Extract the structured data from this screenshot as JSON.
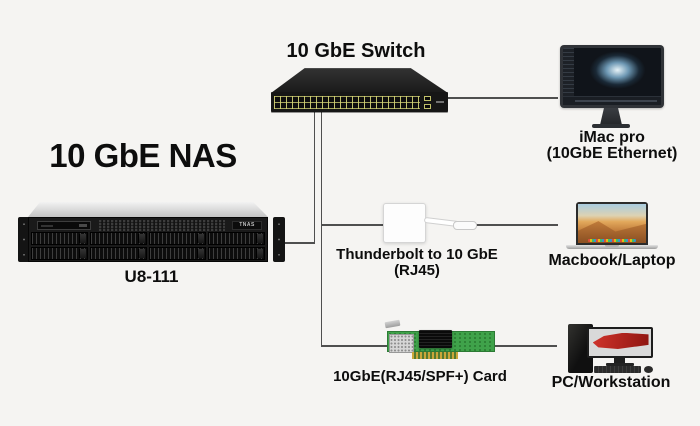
{
  "diagram": {
    "title": "10 GbE NAS",
    "switch_title": "10 GbE Switch"
  },
  "nodes": {
    "nas": {
      "model": "U8-111",
      "badge": "TNAS"
    },
    "switch": {
      "name": "10 GbE Switch"
    },
    "imac": {
      "label1": "iMac pro",
      "label2": "(10GbE Ethernet)"
    },
    "adapter": {
      "label1": "Thunderbolt to 10 GbE",
      "label2": "(RJ45)"
    },
    "macbook": {
      "label": "Macbook/Laptop"
    },
    "card": {
      "label": "10GbE(RJ45/SPF+) Card"
    },
    "pc": {
      "label": "PC/Workstation"
    }
  },
  "connections": [
    {
      "from": "nas-u8-111",
      "to": "10gbe-switch"
    },
    {
      "from": "10gbe-switch",
      "to": "imac-pro"
    },
    {
      "from": "10gbe-switch",
      "to": "thunderbolt-adapter"
    },
    {
      "from": "thunderbolt-adapter",
      "to": "macbook-laptop"
    },
    {
      "from": "10gbe-switch",
      "to": "10gbe-card"
    },
    {
      "from": "10gbe-card",
      "to": "pc-workstation"
    }
  ],
  "colors": {
    "background": "#f5f4f2",
    "line": "#4f4f4f",
    "text": "#0d0d0d",
    "switch_port_accent": "#d6d676",
    "card_pcb": "#3fa24a"
  }
}
